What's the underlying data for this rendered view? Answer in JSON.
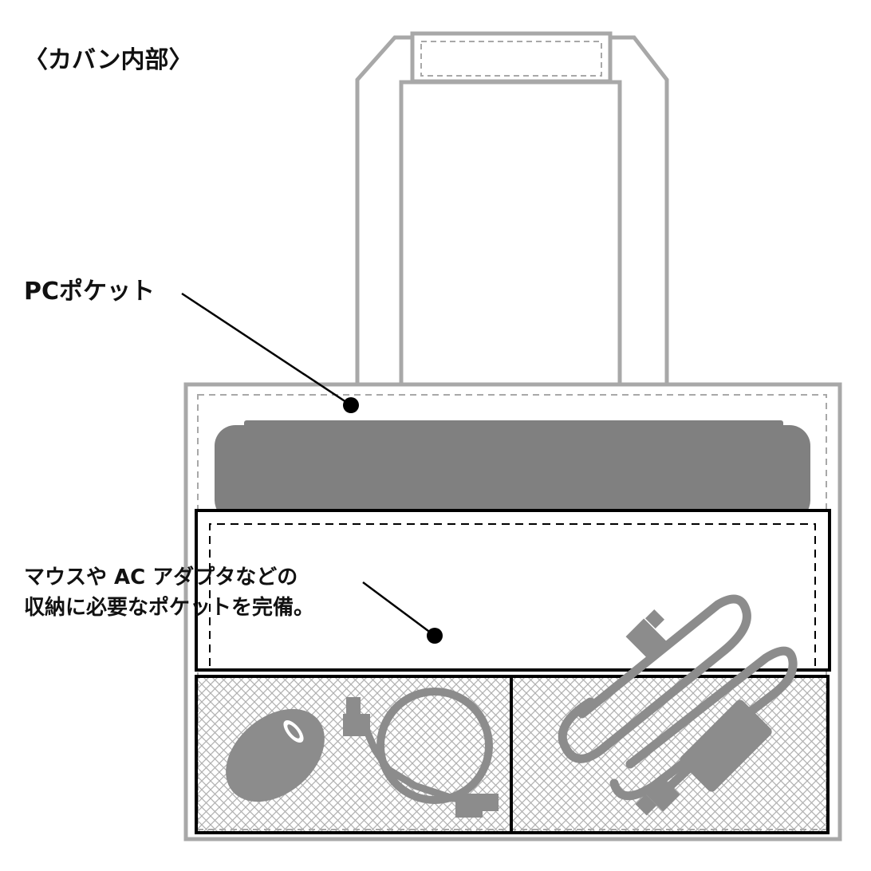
{
  "title": "〈カバン内部〉",
  "labels": {
    "pc_pocket": "PCポケット",
    "accessory_line1": "マウスや AC アダプタなどの",
    "accessory_line2": "収納に必要なポケットを完備。"
  },
  "colors": {
    "bag_outline": "#a8a8a8",
    "laptop": "#808080",
    "pocket_outline": "#000000",
    "accessory_fill": "#8c8c8c",
    "mesh_line": "#b0b0b0",
    "label_text": "#111111"
  },
  "icons": {
    "mouse": "mouse-icon",
    "usb_cable": "usb-cable-icon",
    "ac_adapter": "ac-adapter-icon"
  }
}
